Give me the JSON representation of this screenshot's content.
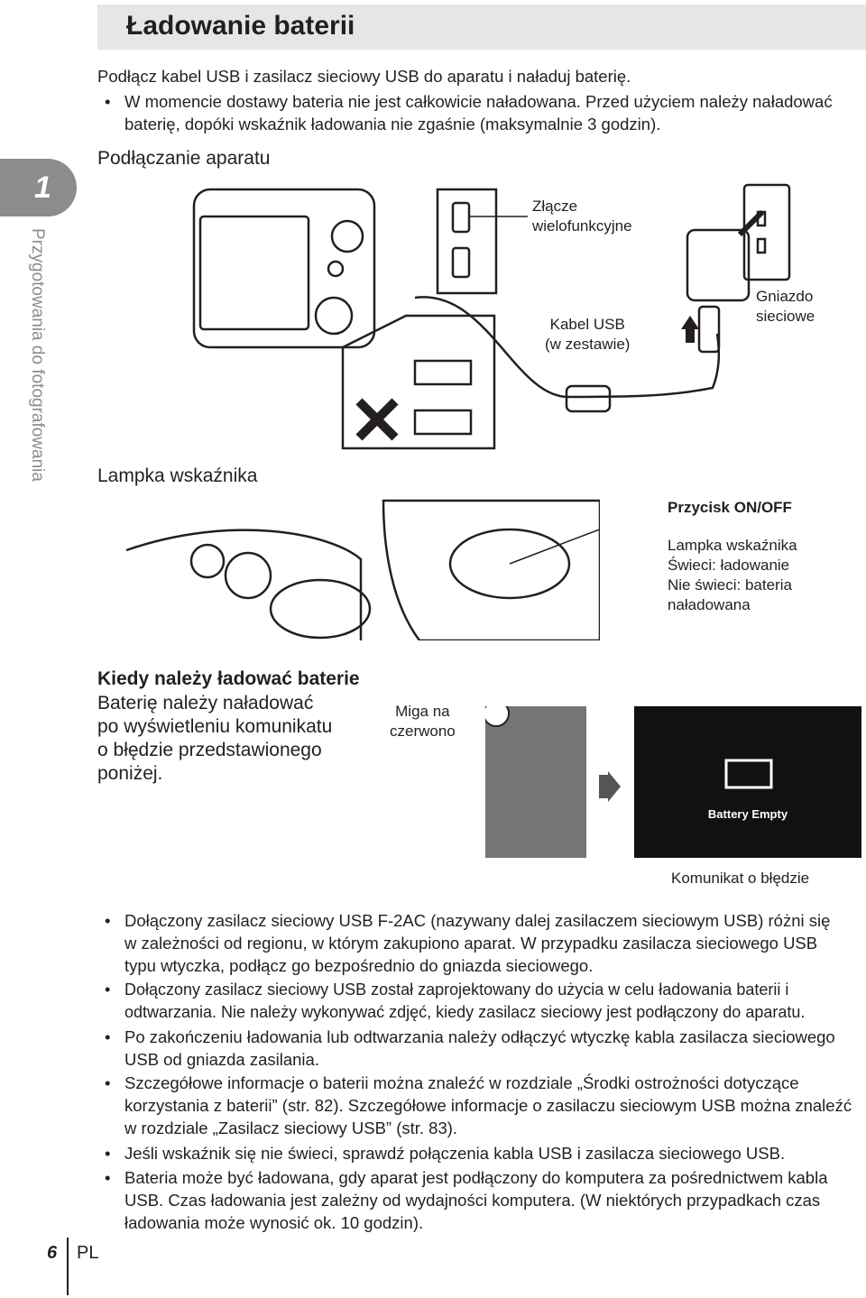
{
  "header": {
    "title": "Ładowanie baterii"
  },
  "side_tab": {
    "number": "1",
    "label": "Przygotowania do fotografowania"
  },
  "intro": {
    "line1": "Podłącz kabel USB i zasilacz sieciowy USB do aparatu i naładuj baterię.",
    "bullet": "W momencie dostawy bateria nie jest całkowicie naładowana. Przed użyciem należy naładować baterię, dopóki wskaźnik ładowania nie zgaśnie (maksymalnie 3 godzin)."
  },
  "connecting": {
    "heading": "Podłączanie aparatu",
    "label_connector": "Złącze\nwielofunkcyjne",
    "label_cable": "Kabel USB\n(w zestawie)",
    "label_socket": "Gniazdo\nsieciowe",
    "label_lamp": "Lampka wskaźnika",
    "label_onoff": "Przycisk ON/OFF",
    "label_lamp_detail": "Lampka wskaźnika\nŚwieci: ładowanie\nNie świeci: bateria\nnaładowana"
  },
  "when_charge": {
    "heading": "Kiedy należy ładować baterie",
    "text": "Baterię należy naładować\npo wyświetleniu komunikatu\no błędzie przedstawionego\nponiżej.",
    "blink_label": "Miga na\nczerwono",
    "screen_message": "Battery Empty",
    "error_caption": "Komunikat o błędzie"
  },
  "notes": [
    "Dołączony zasilacz sieciowy USB F-2AC (nazywany dalej zasilaczem sieciowym USB) różni się w zależności od regionu, w którym zakupiono aparat. W przypadku zasilacza sieciowego USB typu wtyczka, podłącz go bezpośrednio do gniazda sieciowego.",
    "Dołączony zasilacz sieciowy USB został zaprojektowany do użycia w celu ładowania baterii i odtwarzania. Nie należy wykonywać zdjęć, kiedy zasilacz sieciowy jest podłączony do aparatu.",
    "Po zakończeniu ładowania lub odtwarzania należy odłączyć wtyczkę kabla zasilacza sieciowego USB od gniazda zasilania.",
    "Szczegółowe informacje o baterii można znaleźć w rozdziale „Środki ostrożności dotyczące korzystania z baterii” (str. 82). Szczegółowe informacje o zasilaczu sieciowym USB można znaleźć w rozdziale „Zasilacz sieciowy USB” (str. 83).",
    "Jeśli wskaźnik się nie świeci, sprawdź połączenia kabla USB i zasilacza sieciowego USB.",
    "Bateria może być ładowana, gdy aparat jest podłączony do komputera za pośrednictwem kabla USB. Czas ładowania jest zależny od wydajności komputera. (W niektórych przypadkach czas ładowania może wynosić ok. 10 godzin)."
  ],
  "footer": {
    "page": "6",
    "lang": "PL"
  }
}
